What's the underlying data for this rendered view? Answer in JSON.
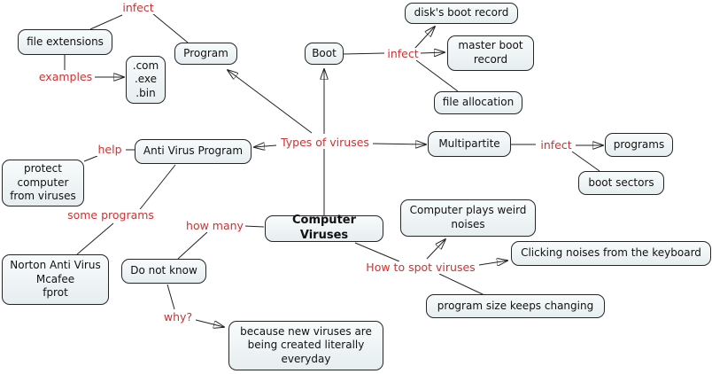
{
  "diagram_type": "concept-map",
  "topic": "Computer Viruses",
  "colors": {
    "background": "#ffffff",
    "node_fill_top": "#f7fbfc",
    "node_fill_bottom": "#e7eef0",
    "node_border": "#262626",
    "node_text": "#111111",
    "link_label_text": "#cc3333",
    "line": "#222222"
  },
  "nodes": [
    {
      "id": "file-extensions",
      "text": "file extensions"
    },
    {
      "id": "program",
      "text": "Program"
    },
    {
      "id": "extension-examples",
      "text": ".com\n.exe\n.bin"
    },
    {
      "id": "boot",
      "text": "Boot"
    },
    {
      "id": "disks-boot-record",
      "text": "disk's boot record"
    },
    {
      "id": "master-boot-record",
      "text": "master boot\nrecord"
    },
    {
      "id": "file-allocation",
      "text": "file allocation"
    },
    {
      "id": "anti-virus-program",
      "text": "Anti Virus Program"
    },
    {
      "id": "protect-computer",
      "text": "protect\ncomputer\nfrom viruses"
    },
    {
      "id": "multipartite",
      "text": "Multipartite"
    },
    {
      "id": "programs",
      "text": "programs"
    },
    {
      "id": "boot-sectors",
      "text": "boot sectors"
    },
    {
      "id": "computer-viruses",
      "text": "Computer Viruses"
    },
    {
      "id": "plays-weird-noises",
      "text": "Computer plays weird\nnoises"
    },
    {
      "id": "clicking-noises",
      "text": "Clicking noises from the keyboard"
    },
    {
      "id": "program-size",
      "text": "program size keeps changing"
    },
    {
      "id": "norton-mcafee",
      "text": "Norton Anti Virus\nMcafee\nfprot"
    },
    {
      "id": "do-not-know",
      "text": "Do not know"
    },
    {
      "id": "because-new",
      "text": "because new viruses are\nbeing created literally\neveryday"
    }
  ],
  "labels": [
    {
      "id": "infect-program",
      "text": "infect"
    },
    {
      "id": "examples",
      "text": "examples"
    },
    {
      "id": "infect-boot",
      "text": "infect"
    },
    {
      "id": "help",
      "text": "help"
    },
    {
      "id": "types-of-viruses",
      "text": "Types of viruses"
    },
    {
      "id": "infect-multipartite",
      "text": "infect"
    },
    {
      "id": "some-programs",
      "text": "some programs"
    },
    {
      "id": "how-many",
      "text": "how many"
    },
    {
      "id": "how-to-spot-viruses",
      "text": "How to spot viruses"
    },
    {
      "id": "why",
      "text": "why?"
    }
  ],
  "edges": [
    {
      "from": "Program",
      "label": "infect",
      "to": "file extensions",
      "arrow": false
    },
    {
      "from": "file extensions",
      "label": "examples",
      "to": ".com .exe .bin",
      "arrow": true
    },
    {
      "from": "Computer Viruses",
      "label": "Types of viruses",
      "to": "Program",
      "arrow": true
    },
    {
      "from": "Computer Viruses",
      "label": "Types of viruses",
      "to": "Boot",
      "arrow": true
    },
    {
      "from": "Computer Viruses",
      "label": "Types of viruses",
      "to": "Anti Virus Program",
      "arrow": true
    },
    {
      "from": "Computer Viruses",
      "label": "Types of viruses",
      "to": "Multipartite",
      "arrow": true
    },
    {
      "from": "Boot",
      "label": "infect",
      "to": "disk's boot record",
      "arrow": true
    },
    {
      "from": "Boot",
      "label": "infect",
      "to": "master boot record",
      "arrow": true
    },
    {
      "from": "Boot",
      "label": "infect",
      "to": "file allocation",
      "arrow": false
    },
    {
      "from": "Multipartite",
      "label": "infect",
      "to": "programs",
      "arrow": true
    },
    {
      "from": "Multipartite",
      "label": "infect",
      "to": "boot sectors",
      "arrow": false
    },
    {
      "from": "Anti Virus Program",
      "label": "help",
      "to": "protect computer from viruses",
      "arrow": false
    },
    {
      "from": "Anti Virus Program",
      "label": "some programs",
      "to": "Norton Anti Virus Mcafee fprot",
      "arrow": false
    },
    {
      "from": "Computer Viruses",
      "label": "how many",
      "to": "Do not know",
      "arrow": false
    },
    {
      "from": "Do not know",
      "label": "why?",
      "to": "because new viruses are being created literally everyday",
      "arrow": true
    },
    {
      "from": "Computer Viruses",
      "label": "How to spot viruses",
      "to": "Computer plays weird noises",
      "arrow": true
    },
    {
      "from": "Computer Viruses",
      "label": "How to spot viruses",
      "to": "Clicking noises from the keyboard",
      "arrow": true
    },
    {
      "from": "Computer Viruses",
      "label": "How to spot viruses",
      "to": "program size keeps changing",
      "arrow": false
    }
  ]
}
